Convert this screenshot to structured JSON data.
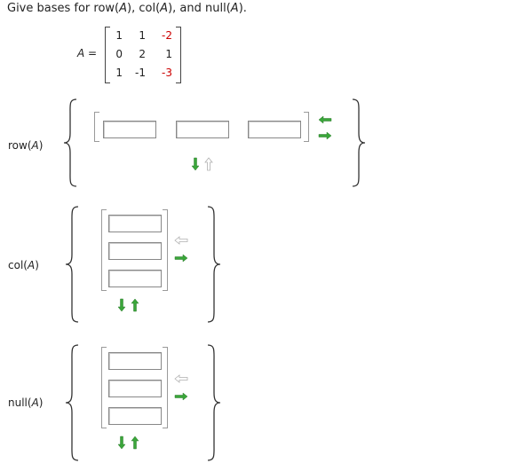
{
  "question": {
    "prefix": "Give bases for row(",
    "var1": "A",
    "mid1": "), col(",
    "var2": "A",
    "mid2": "), and null(",
    "var3": "A",
    "suffix": ")."
  },
  "matrix": {
    "name": "A",
    "equals": " =",
    "rows": [
      [
        "1",
        "1",
        "-2"
      ],
      [
        "0",
        "2",
        "1"
      ],
      [
        "1",
        "-1",
        "-3"
      ]
    ],
    "highlight_color": "#cc0000"
  },
  "sections": {
    "row": {
      "prefix": "row(",
      "var": "A",
      "suffix": ")"
    },
    "col": {
      "prefix": "col(",
      "var": "A",
      "suffix": ")"
    },
    "null": {
      "prefix": "null(",
      "var": "A",
      "suffix": ")"
    }
  },
  "inputs": {
    "row_vector": [
      "",
      "",
      ""
    ],
    "col_vector": [
      "",
      "",
      ""
    ],
    "null_vector": [
      "",
      "",
      ""
    ]
  },
  "colors": {
    "arrow_active": "#3aa63a",
    "arrow_inactive": "#c8c8c8"
  },
  "icons": [
    "arrow-left-icon",
    "arrow-right-icon",
    "arrow-down-icon",
    "arrow-up-icon"
  ]
}
